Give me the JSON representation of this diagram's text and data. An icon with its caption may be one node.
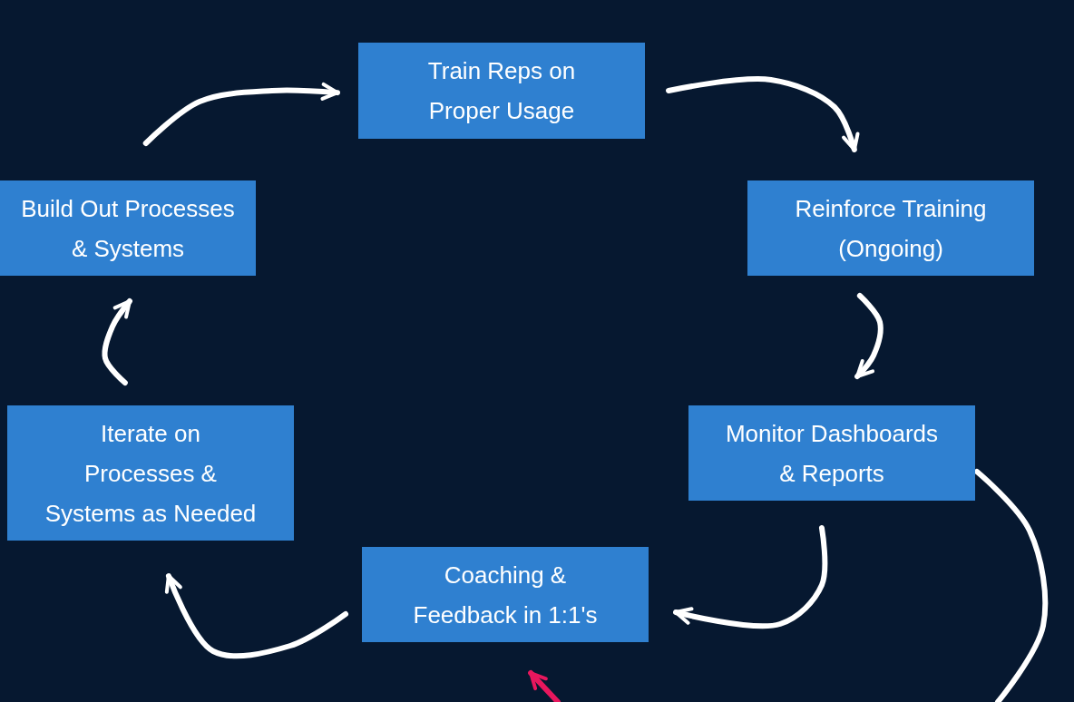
{
  "diagram": {
    "nodes": [
      {
        "text": [
          "Train Reps on Proper Usage"
        ]
      },
      {
        "text": [
          "Build Out Processes & Systems"
        ]
      },
      {
        "text": [
          "Reinforce Training (Ongoing)"
        ]
      },
      {
        "text": [
          "Iterate on Processes & Systems as Needed"
        ]
      },
      {
        "text": [
          "Monitor Dashboards & Reports"
        ]
      },
      {
        "text": [
          "Coaching & Feedback in 1:1's"
        ]
      }
    ],
    "edges": [
      {
        "from": 1,
        "to": 0,
        "arrow": "to"
      },
      {
        "from": 0,
        "to": 2,
        "arrow": "to"
      },
      {
        "from": 2,
        "to": 4,
        "arrow": "to"
      },
      {
        "from": 4,
        "to": 5,
        "arrow": "to"
      },
      {
        "from": 5,
        "to": 3,
        "arrow": "to"
      },
      {
        "from": 3,
        "to": 1,
        "arrow": "to"
      },
      {
        "from": 4,
        "to": null,
        "arrow": "none"
      },
      {
        "from": null,
        "to": 5,
        "arrow": "to",
        "color": "#e8175d"
      }
    ]
  }
}
